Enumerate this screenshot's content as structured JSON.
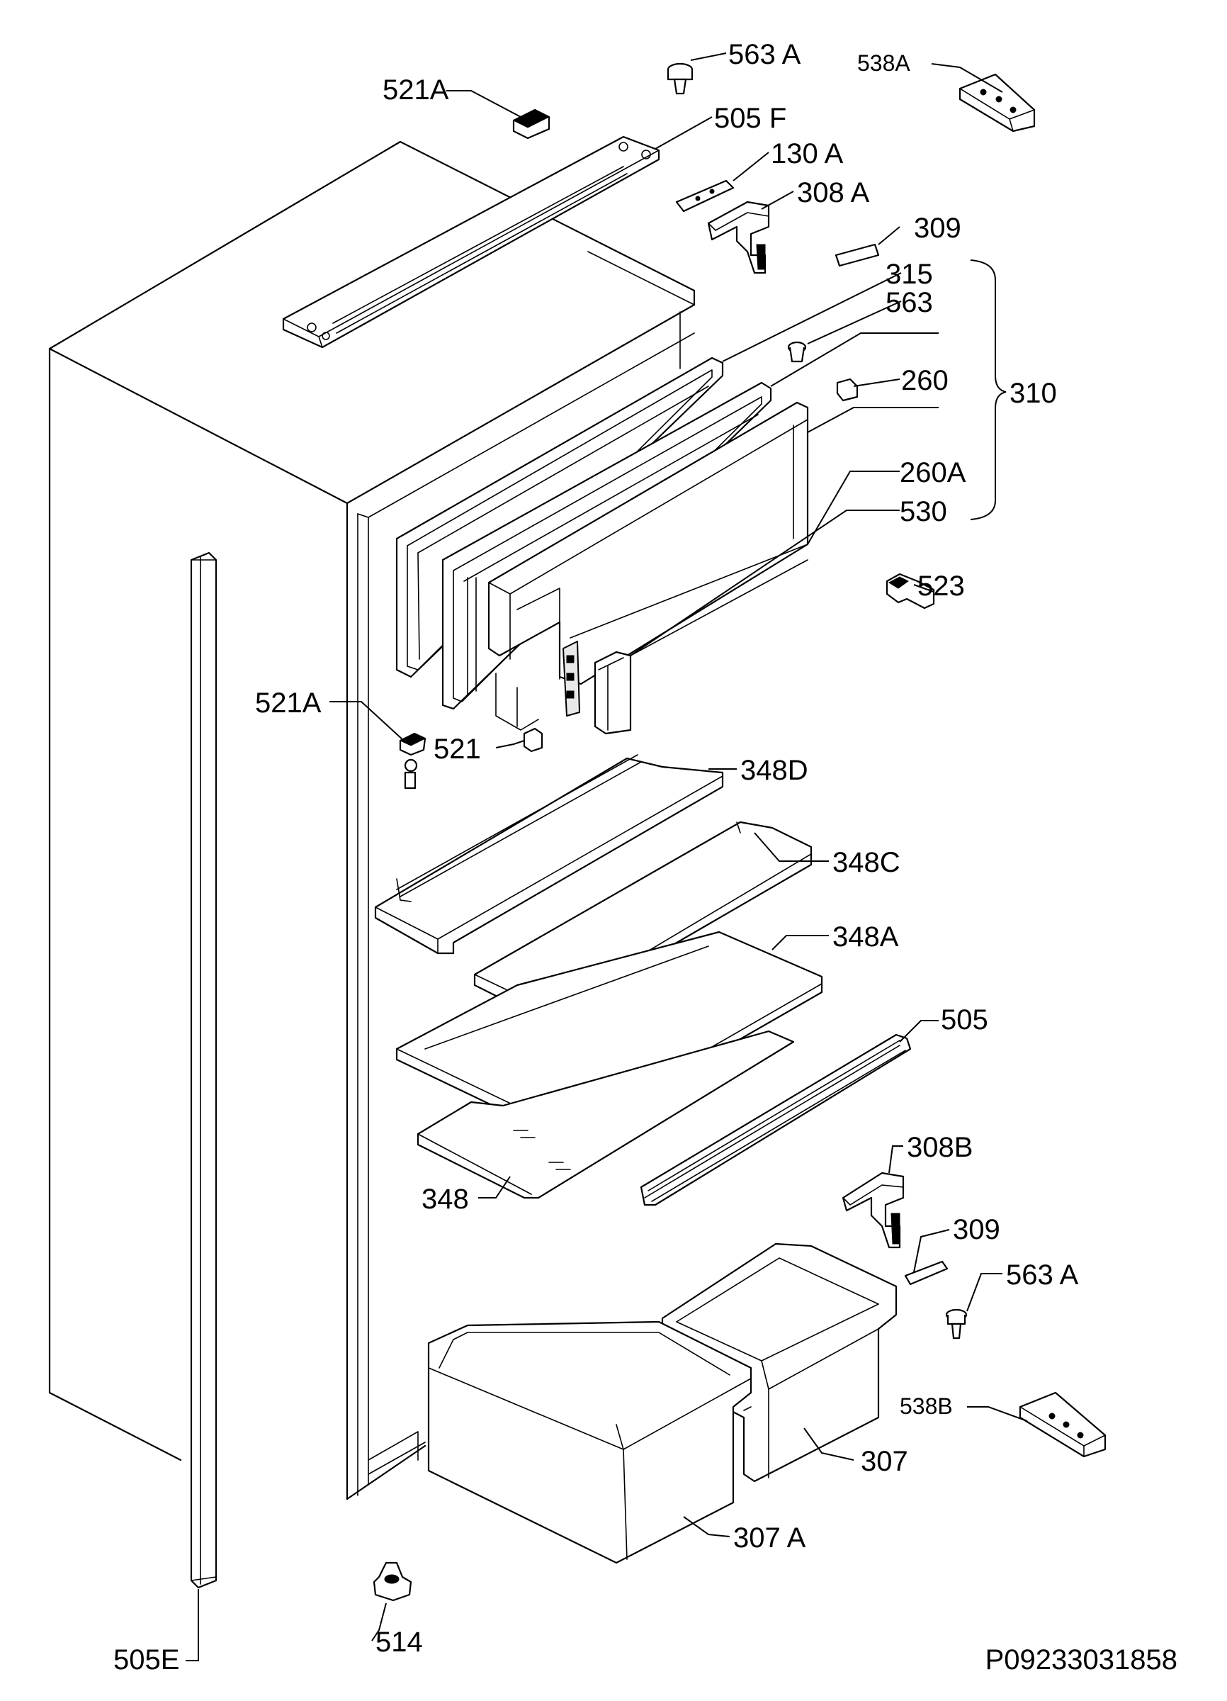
{
  "drawing_code": "P09233031858",
  "callouts": {
    "c563A_top": "563 A",
    "c538A": "538A",
    "c521A_top": "521A",
    "c505F": "505 F",
    "c130A": "130 A",
    "c308A": "308 A",
    "c309_top": "309",
    "c315": "315",
    "c563": "563",
    "c260": "260",
    "c310": "310",
    "c260A": "260A",
    "c530": "530",
    "c523": "523",
    "c521A_mid": "521A",
    "c521": "521",
    "c348D": "348D",
    "c348C": "348C",
    "c348A": "348A",
    "c505": "505",
    "c308B": "308B",
    "c348": "348",
    "c309_bottom": "309",
    "c563A_bottom": "563 A",
    "c538B": "538B",
    "c307": "307",
    "c307A": "307 A",
    "c505E": "505E",
    "c514": "514"
  }
}
